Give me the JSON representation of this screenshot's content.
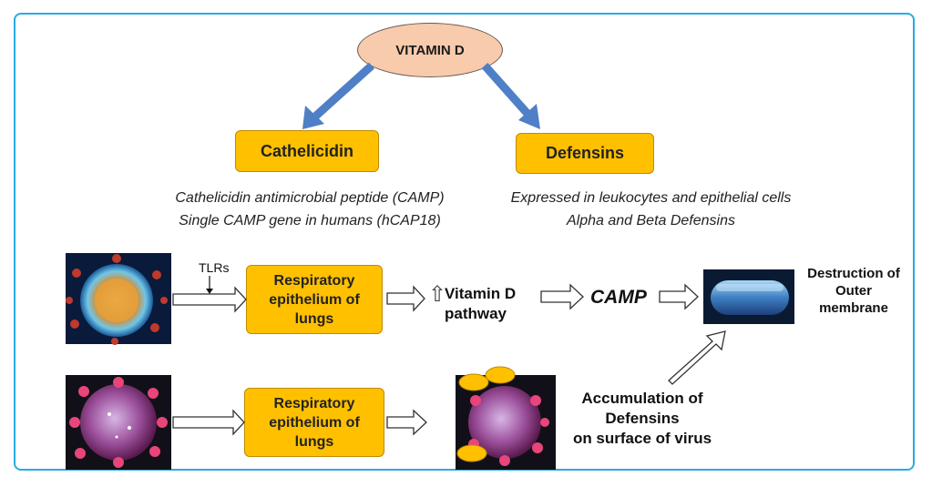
{
  "root": {
    "label": "VITAMIN D"
  },
  "cathelicidin": {
    "label": "Cathelicidin",
    "line1": "Cathelicidin antimicrobial peptide (CAMP)",
    "line2": "Single CAMP gene in humans (hCAP18)"
  },
  "defensins": {
    "label": "Defensins",
    "line1": "Expressed in leukocytes and epithelial cells",
    "line2": "Alpha and Beta Defensins"
  },
  "row1": {
    "tlrs": "TLRs",
    "box_line1": "Respiratory",
    "box_line2": "epithelium of",
    "box_line3": "lungs",
    "up_arrow": "⇧",
    "vitd_line1": "Vitamin D",
    "vitd_line2": "pathway",
    "camp": "CAMP",
    "dest_line1": "Destruction of",
    "dest_line2": "Outer",
    "dest_line3": "membrane"
  },
  "row2": {
    "box_line1": "Respiratory",
    "box_line2": "epithelium of",
    "box_line3": "lungs",
    "acc_line1": "Accumulation of",
    "acc_line2": "Defensins",
    "acc_line3": "on surface of virus"
  },
  "colors": {
    "frame": "#29abe2",
    "box_fill": "#ffc000",
    "ellipse_fill": "#f8cbad",
    "blue_arrow": "#4f7fc6"
  }
}
